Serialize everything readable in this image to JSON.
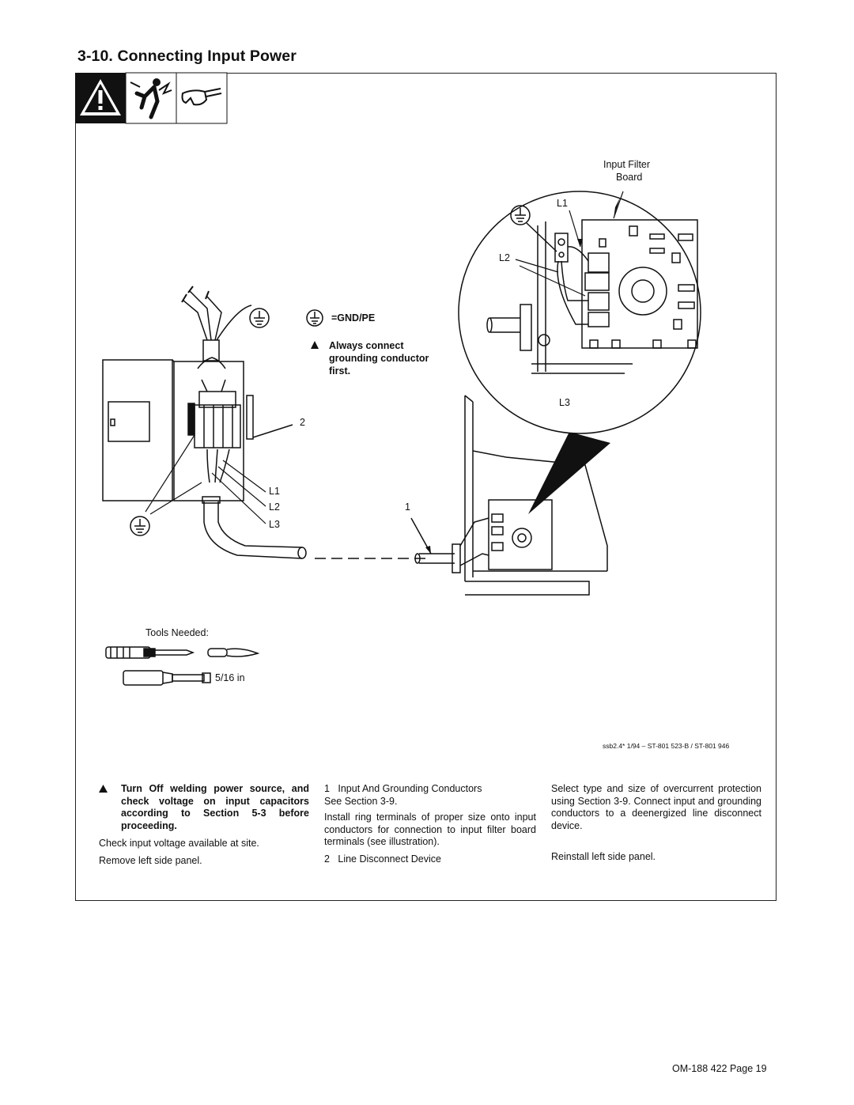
{
  "header": {
    "title": "3-10. Connecting Input Power"
  },
  "safety_icons": [
    "warning-triangle-icon",
    "electric-shock-icon",
    "safety-glasses-icon"
  ],
  "diagram": {
    "gnd_label": "=GND/PE",
    "ground_warning": [
      "Always connect",
      "grounding conductor",
      "first."
    ],
    "callout_2": "2",
    "callout_1": "1",
    "disconnect_l1": "L1",
    "disconnect_l2": "L2",
    "disconnect_l3": "L3",
    "inset_title_line1": "Input Filter",
    "inset_title_line2": "Board",
    "inset_l1": "L1",
    "inset_l2": "L2",
    "inset_l3": "L3",
    "tools_needed": "Tools Needed:",
    "wrench_size": "5/16 in",
    "reference": "ssb2.4* 1/94 – ST-801 523-B / ST-801 946"
  },
  "col1": {
    "warning": "Turn Off welding power source, and check voltage on input capacitors according to Section 5-3 before proceeding.",
    "p1": "Check input voltage available at site.",
    "p2": "Remove left side panel."
  },
  "col2": {
    "item1": "1   Input And Grounding Conductors",
    "item1_see": "See Section 3-9.",
    "item1_desc": "Install ring terminals of proper size onto input conductors for connection to input filter board terminals (see illustration).",
    "item2": "2   Line Disconnect Device"
  },
  "col3": {
    "p1": "Select type and size of overcurrent protection using Section 3-9. Connect input and grounding conductors to a deenergized line disconnect device.",
    "p2": "Reinstall left side panel."
  },
  "footer": {
    "page": "OM-188 422 Page 19"
  }
}
